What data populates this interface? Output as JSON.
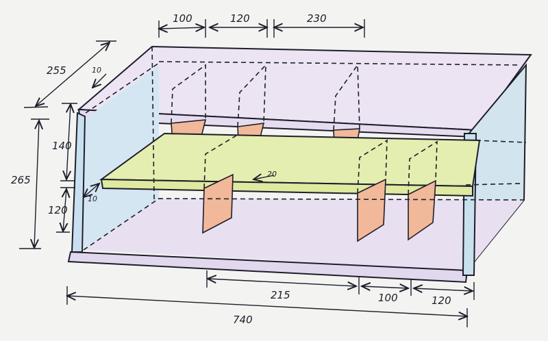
{
  "diagram": {
    "title": "Shelf cabinet sketch with dimensions",
    "dimensions": {
      "top_divider_1": "100",
      "top_divider_2": "120",
      "top_divider_3": "230",
      "depth": "255",
      "back_inset": "10",
      "upper_height": "140",
      "total_height": "265",
      "lower_height": "120",
      "shelf_inset": "10",
      "shelf_thickness": "20",
      "bottom_span_1": "215",
      "bottom_span_2": "100",
      "bottom_span_3": "120",
      "total_width": "740"
    },
    "colors": {
      "side_panel": "#cfe3f0",
      "top_bottom_panel": "#e6dcef",
      "shelf": "#e4eeb0",
      "divider": "#f1b89a",
      "ink": "#1d1d2a"
    }
  }
}
